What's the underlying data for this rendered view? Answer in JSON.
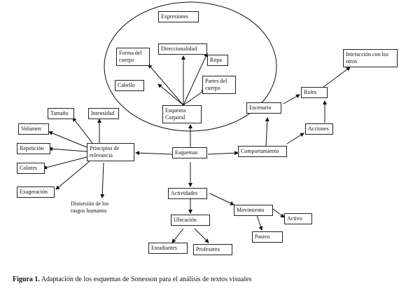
{
  "nodes": {
    "expresiones": "Expresiones",
    "forma_del_cuerpo": "Forma del cuerpo",
    "direccionalidad": "Direccionalidad",
    "ropa": "Ropa",
    "partes_del_cuerpo": "Partes del cuerpo",
    "cabello": "Cabello",
    "esquema_corporal": "Esquema Corporal",
    "tamano": "Tamaño",
    "intensidad": "Intensidad",
    "volumen": "Volumen",
    "repeticion": "Repetición",
    "colores": "Colores",
    "exageracion": "Exageración",
    "principios": "Principios de relevancia",
    "distorsion": "Distorsión de los rasgos humanos",
    "esquemas": "Esquemas",
    "comportamiento": "Comportamiento",
    "escenario": "Escenario",
    "roles": "Roles",
    "acciones": "Acciones",
    "interaccion": "Interacción con los otros",
    "actividades": "Actividades",
    "movimiento": "Movimiento",
    "activo": "Activo",
    "pasivo": "Pasivo",
    "ubicacion": "Ubicación",
    "estudiantes": "Estudiantes",
    "profesores": "Profesores"
  },
  "caption": {
    "label": "Figura 1.",
    "text": " Adaptación de los esquemas de Sonesson para el análisis de textos visuales"
  }
}
